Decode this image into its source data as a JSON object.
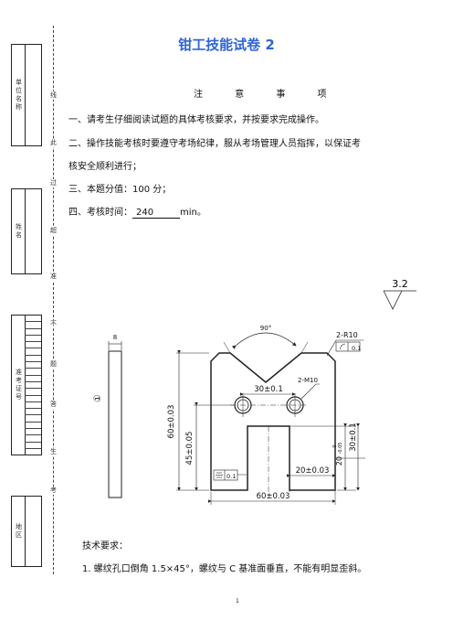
{
  "title": "钳工技能试卷 2",
  "notice_heading": "注 意 事 项",
  "notes": [
    "一、请考生仔细阅读试题的具体考核要求，并按要求完成操作。",
    "二、操作技能考核时要遵守考场纪律，服从考场管理人员指挥，以保证考",
    "核安全顺利进行；",
    "三、本题分值：100 分；"
  ],
  "time_label": "四、考核时间：",
  "time_value": "240",
  "time_unit": "min。",
  "sidebar": {
    "unit_name": "单位名称",
    "name": "姓名",
    "exam_no": "准考证号",
    "region": "地区",
    "cut_words": [
      "线",
      "此",
      "过",
      "超",
      "准",
      "不",
      "题",
      "答",
      "生",
      "考"
    ]
  },
  "drawing": {
    "roughness": "3.2",
    "thickness": "8",
    "symbol": "①",
    "angle": "90°",
    "radius": "2-R10",
    "flatness_tol": "0.1",
    "thread": "2-M10",
    "hole_distance": "30±0.1",
    "height_total": "60±0.03",
    "height_holes": "45±0.05",
    "slot_depth_base": "20",
    "slot_depth_tol_upper": "0",
    "slot_depth_tol_lower": "-0.05",
    "height_30": "30±0.1",
    "slot_width": "20±0.03",
    "width_total": "60±0.03",
    "sym_tol": "0.1"
  },
  "tech_heading": "技术要求：",
  "tech_item": "1. 螺纹孔口倒角 1.5×45°，螺纹与 C 基准面垂直，不能有明显歪斜。",
  "page_number": "1"
}
